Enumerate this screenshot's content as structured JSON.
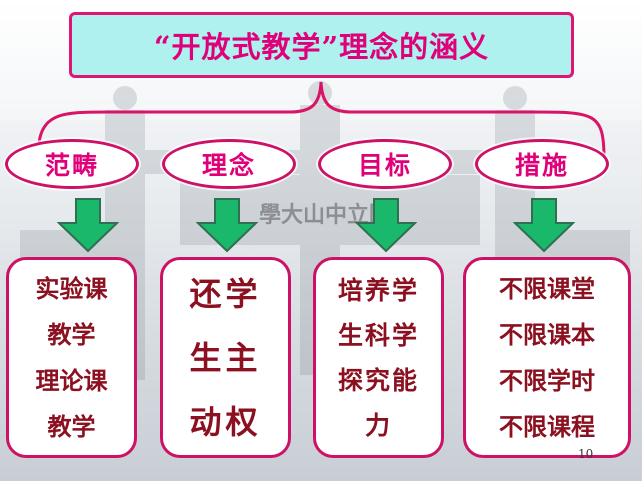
{
  "title": "“开放式教学”理念的涵义",
  "categories": [
    {
      "label": "范畴",
      "lines": [
        "实验课",
        "教学",
        "理论课",
        "教学"
      ]
    },
    {
      "label": "理念",
      "lines": [
        "还学",
        "生主",
        "动权"
      ]
    },
    {
      "label": "目标",
      "lines": [
        "培养学",
        "生科学",
        "探究能",
        "力"
      ]
    },
    {
      "label": "措施",
      "lines": [
        "不限课堂",
        "不限课本",
        "不限学时",
        "不限课程"
      ]
    }
  ],
  "background_sign": "學大山中立國",
  "page_number": "10",
  "colors": {
    "title_bg": "#aef1ee",
    "border": "#cc1166",
    "title_text": "#e0007a",
    "body_text": "#8b1020",
    "arrow": "#1ab86a"
  }
}
